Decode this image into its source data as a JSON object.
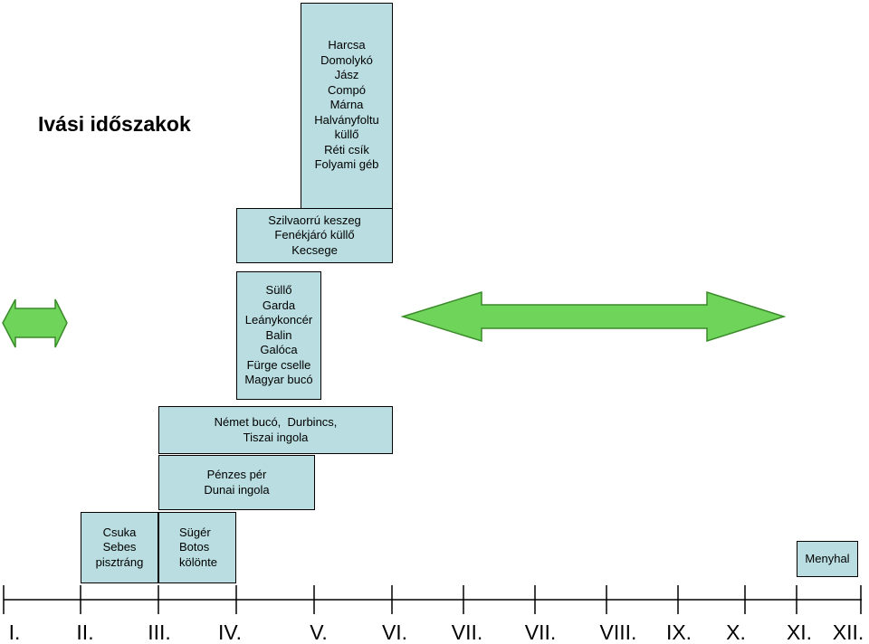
{
  "title": "Ivási időszakok",
  "groups": [
    {
      "id": "g1",
      "species": [
        "Harcsa",
        "Domolykó",
        "Jász",
        "Compó",
        "Márna",
        "Halványfoltu küllő",
        "Réti csík",
        "Folyami géb"
      ]
    },
    {
      "id": "g2",
      "species": [
        "Szilvaorrú keszeg",
        "Fenékjáró küllő",
        "Kecsege"
      ]
    },
    {
      "id": "g3",
      "species": [
        "Süllő",
        "Garda",
        "Leánykoncér",
        "Balin",
        "Galóca",
        "Fürge cselle",
        "Magyar bucó"
      ]
    },
    {
      "id": "g4",
      "species": [
        "Német bucó,  Durbincs,",
        "Tiszai ingola"
      ]
    },
    {
      "id": "g5",
      "species": [
        "Pénzes pér",
        "Dunai ingola"
      ]
    },
    {
      "id": "g6",
      "species": [
        "Csuka",
        "Sebes",
        "pisztráng"
      ]
    },
    {
      "id": "g7",
      "species": [
        "Sügér",
        "Botos",
        "kölönte"
      ]
    },
    {
      "id": "g8",
      "species": [
        "Menyhal"
      ]
    }
  ],
  "months": [
    "I.",
    "II.",
    "III.",
    "IV.",
    "V.",
    "VI.",
    "VII.",
    "VII.",
    "VIII.",
    "IX.",
    "X.",
    "XI.",
    "XII."
  ],
  "colors": {
    "box_fill": "#b9dde0",
    "arrow_fill": "#6ed45a",
    "arrow_stroke": "#3a8a2a"
  }
}
